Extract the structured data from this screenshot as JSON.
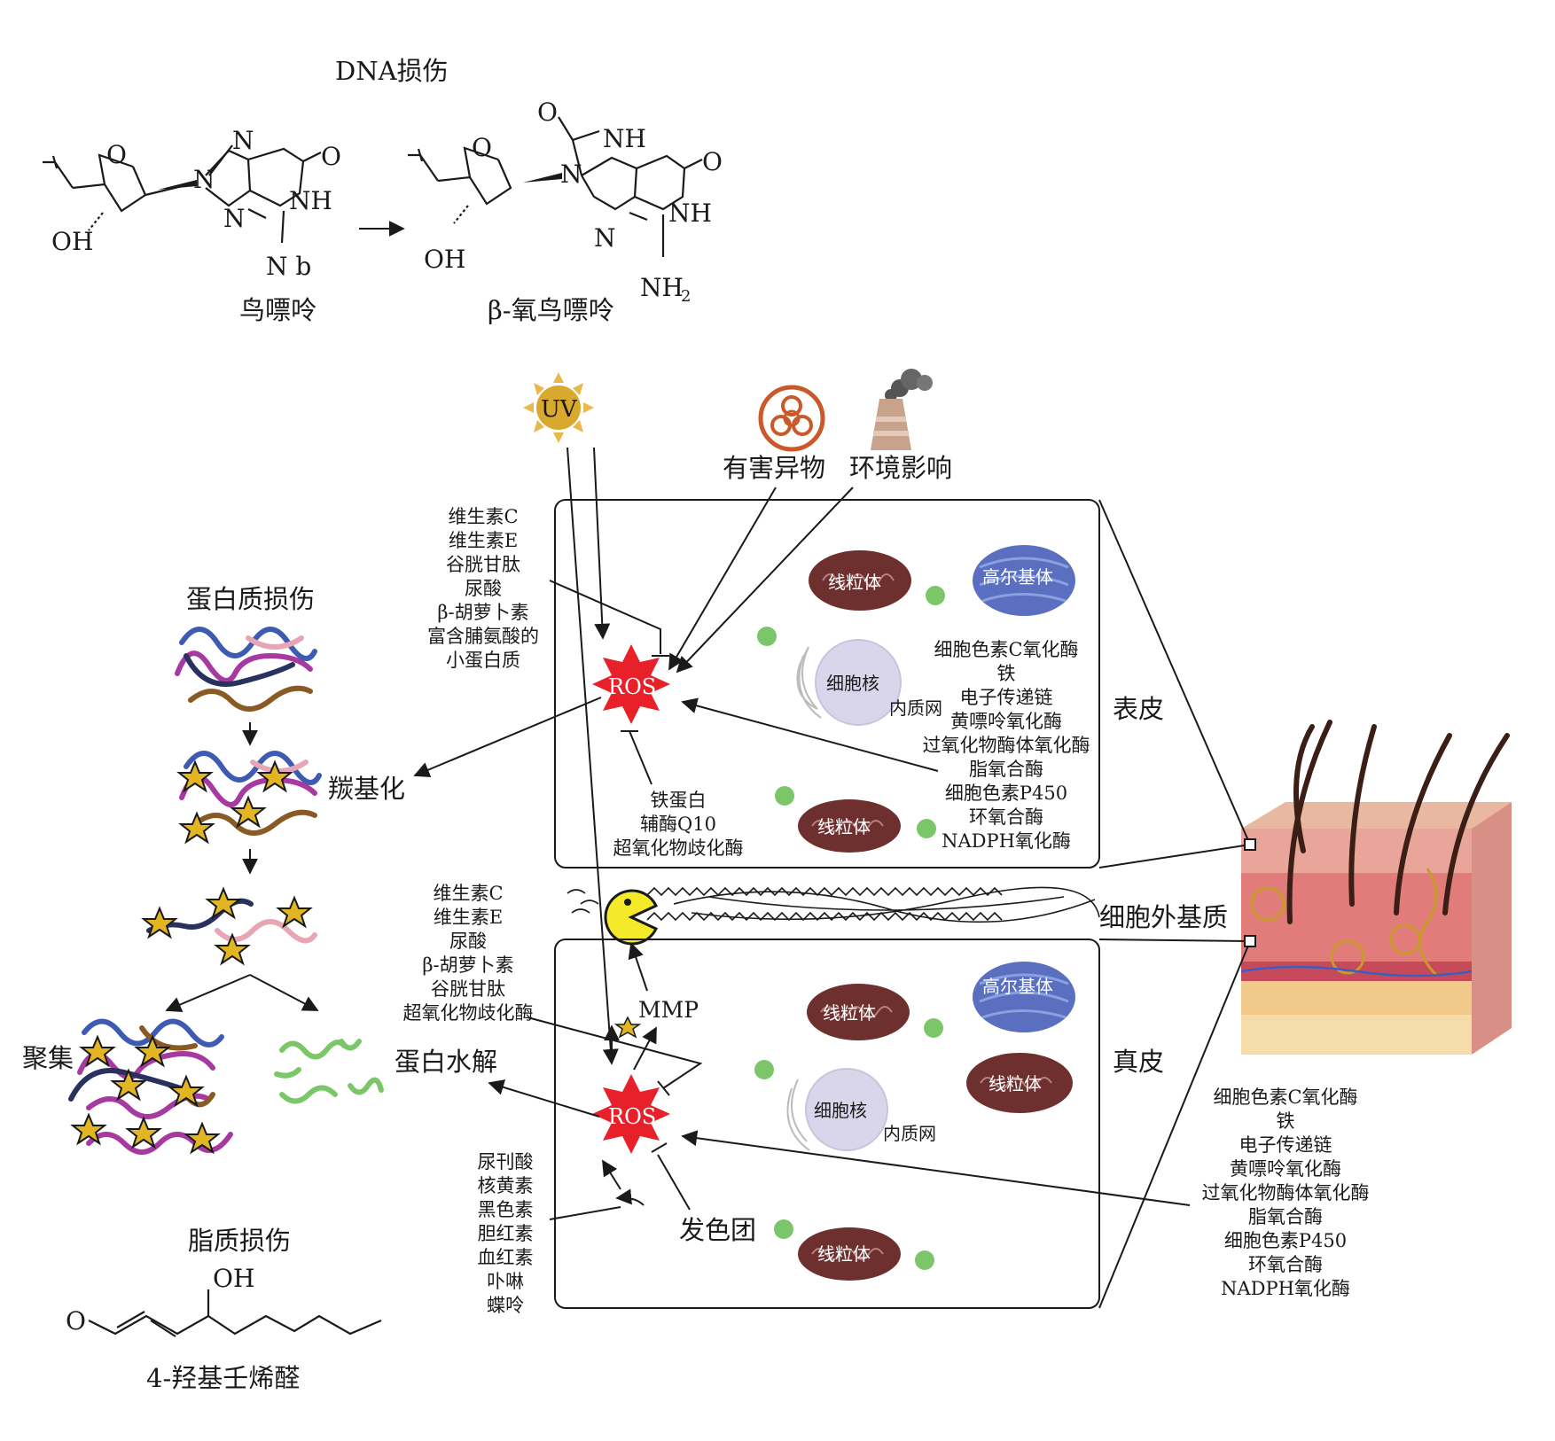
{
  "dna": {
    "title": "DNA损伤",
    "guanine": "鸟嘌呤",
    "oxo_guanine": "β-氧鸟嘌呤",
    "atoms": {
      "O": "O",
      "N": "N",
      "NH": "NH",
      "OH": "OH",
      "Nb": "N b",
      "NH2": "NH",
      "sub2": "2"
    }
  },
  "protein": {
    "title": "蛋白质损伤",
    "carbonylation": "羰基化",
    "aggregation": "聚集",
    "proteolysis": "蛋白水解"
  },
  "lipid": {
    "title": "脂质损伤",
    "compound": "4-羟基壬烯醛",
    "atoms": {
      "O": "O",
      "OH": "OH"
    }
  },
  "sources": {
    "uv": "UV",
    "xenobiotics": "有害异物",
    "environment": "环境影响"
  },
  "epidermis_antioxidants": [
    "维生素C",
    "维生素E",
    "谷胱甘肽",
    "尿酸",
    "β-胡萝卜素",
    "富含脯氨酸的",
    "小蛋白质"
  ],
  "epidermis_enzyme_antioxidants": [
    "铁蛋白",
    "辅酶Q10",
    "超氧化物歧化酶"
  ],
  "dermis_antioxidants": [
    "维生素C",
    "维生素E",
    "尿酸",
    "β-胡萝卜素",
    "谷胱甘肽",
    "超氧化物歧化酶"
  ],
  "chromophores": [
    "尿刊酸",
    "核黄素",
    "黑色素",
    "胆红素",
    "血红素",
    "卟啉",
    "蝶呤"
  ],
  "ros_sources_epidermis": [
    "细胞色素C氧化酶",
    "铁",
    "电子传递链",
    "黄嘌呤氧化酶",
    "过氧化物酶体氧化酶",
    "脂氧合酶",
    "细胞色素P450",
    "环氧合酶",
    "NADPH氧化酶"
  ],
  "ros_sources_dermis": [
    "细胞色素C氧化酶",
    "铁",
    "电子传递链",
    "黄嘌呤氧化酶",
    "过氧化物酶体氧化酶",
    "脂氧合酶",
    "细胞色素P450",
    "环氧合酶",
    "NADPH氧化酶"
  ],
  "organelles": {
    "mito": "线粒体",
    "golgi": "高尔基体",
    "nucleus": "细胞核",
    "er": "内质网"
  },
  "layers": {
    "epidermis": "表皮",
    "dermis": "真皮",
    "ecm": "细胞外基质"
  },
  "ros": "ROS",
  "mmp": "MMP",
  "chromophore": "发色团",
  "colors": {
    "ros": "#e8202a",
    "mito": "#6e2f2f",
    "golgi": "#5a6fc0",
    "nucleus": "#d9d6ec",
    "dot": "#7cc66a",
    "star": "#e2b623",
    "uv": "#d8a92e",
    "biohazard": "#c9582a"
  }
}
